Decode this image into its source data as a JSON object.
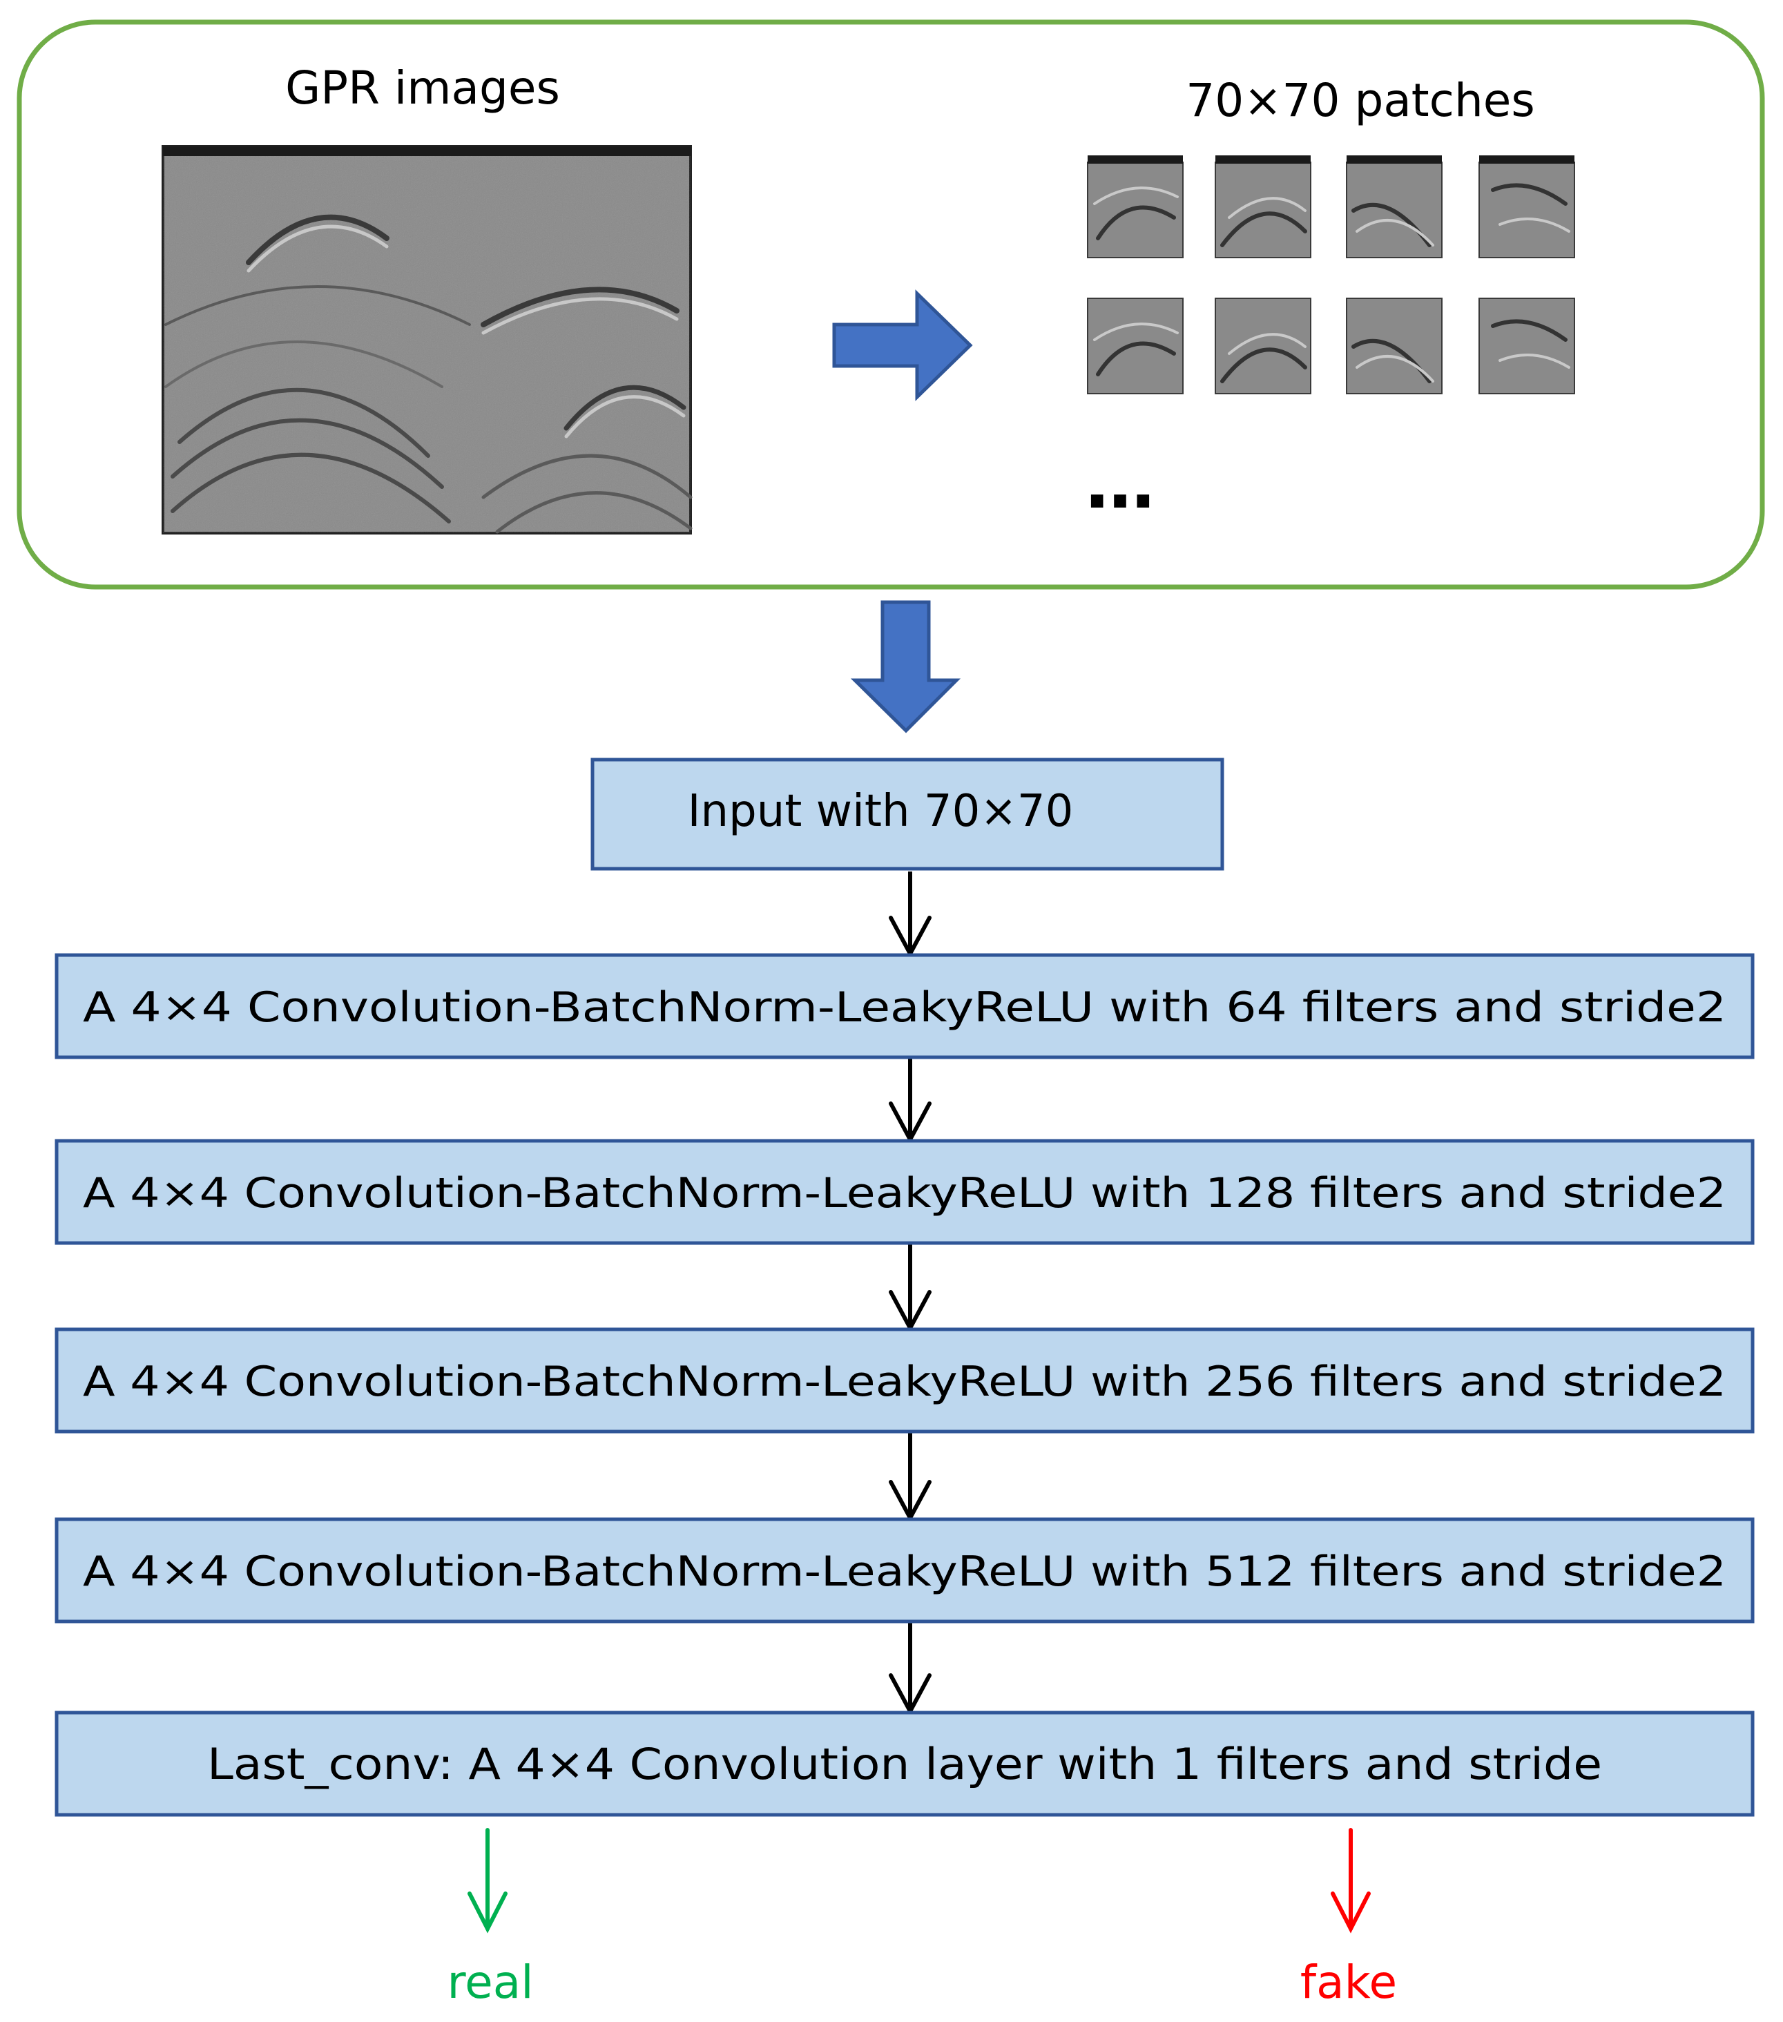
{
  "colors": {
    "container_border": "#70ad47",
    "box_fill": "#bdd7ee",
    "box_border": "#2f5597",
    "block_arrow": "#4472c4",
    "real": "#00b050",
    "fake": "#ff0000",
    "gpr_gray": "#8a8a8a"
  },
  "top_panel": {
    "gpr_label": "GPR images",
    "patches_label": "70×70 patches",
    "ellipsis": "…"
  },
  "network": {
    "input_label": "Input with 70×70",
    "layers": [
      "A 4×4 Convolution-BatchNorm-LeakyReLU with 64 filters and stride2",
      "A 4×4 Convolution-BatchNorm-LeakyReLU with 128 filters and stride2",
      "A 4×4 Convolution-BatchNorm-LeakyReLU with 256 filters and stride2",
      "A 4×4 Convolution-BatchNorm-LeakyReLU with 512 filters and stride2"
    ],
    "last_layer": "Last_conv: A 4×4 Convolution layer with 1 filters and stride"
  },
  "outputs": {
    "real": "real",
    "fake": "fake"
  }
}
